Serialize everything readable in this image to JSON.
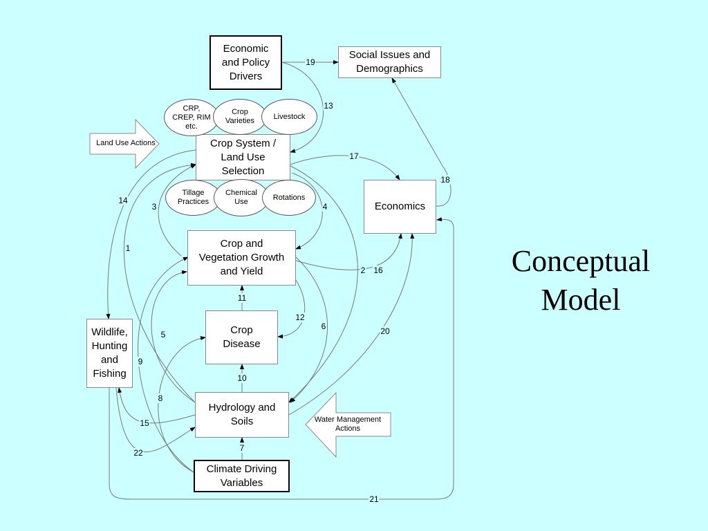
{
  "slide": {
    "title": "Conceptual\nModel",
    "background": "#ccffff"
  },
  "nodes": {
    "econ_policy": "Economic\nand Policy\nDrivers",
    "social": "Social Issues and\nDemographics",
    "crop_system": "Crop System /\nLand Use\nSelection",
    "economics": "Economics",
    "crop_growth": "Crop and\nVegetation Growth\nand Yield",
    "crop_disease": "Crop\nDisease",
    "wildlife": "Wildlife,\nHunting\nand\nFishing",
    "hydrology": "Hydrology and\nSoils",
    "climate": "Climate Driving\nVariables"
  },
  "ovals": {
    "crp": "CRP,\nCREP, RIM\netc.",
    "crop_varieties": "Crop\nVarieties",
    "livestock": "Livestock",
    "tillage": "Tillage\nPractices",
    "chemical": "Chemical\nUse",
    "rotations": "Rotations"
  },
  "inputs": {
    "land_use": "Land Use Actions",
    "water_mgmt": "Water Management\nActions"
  },
  "links": {
    "n1": "1",
    "n2": "2",
    "n3": "3",
    "n4": "4",
    "n5": "5",
    "n6": "6",
    "n7": "7",
    "n8": "8",
    "n9": "9",
    "n10": "10",
    "n11": "11",
    "n12": "12",
    "n13": "13",
    "n14": "14",
    "n15": "15",
    "n16": "16",
    "n17": "17",
    "n18": "18",
    "n19": "19",
    "n20": "20",
    "n21": "21",
    "n22": "22"
  }
}
